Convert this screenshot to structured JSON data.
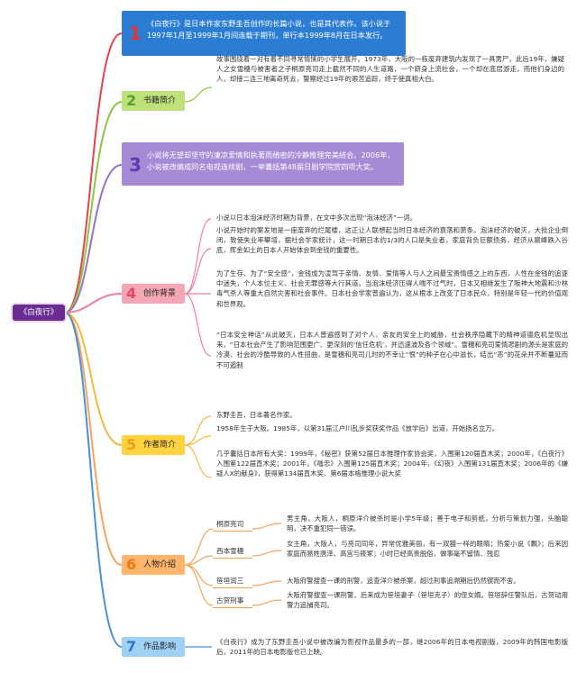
{
  "root": {
    "label": "《白夜行》"
  },
  "colors": {
    "line_red": "#e8414a",
    "line_green": "#8dc63f",
    "line_purple": "#9473c8",
    "line_pink": "#ef7fa0",
    "line_orange": "#f5b83d",
    "line_orange2": "#f7a35c",
    "line_blue": "#4a90d9",
    "n_red": "#e8312a",
    "n_green": "#5aa02c",
    "n_purple": "#7c5cc4",
    "n_pink": "#e8416a",
    "n_orange": "#ef9a1a",
    "n_blue": "#2a78c8",
    "box_blue": "#2b7cd3",
    "box_purple": "#a78ad6",
    "box_pink": "#f4a6b5",
    "box_yellow": "#ffd33d",
    "box_orange": "#ffb56b",
    "box_green": "#bfe17a",
    "box_lblue": "#9fd1f5"
  },
  "branches": [
    {
      "num": "1",
      "text": "《白夜行》是日本作家东野圭吾创作的长篇小说，也是其代表作。该小说于1997年1月至1999年1月间连载于期刊，单行本1999年8月在日本发行。"
    },
    {
      "num": "2",
      "label": "书籍简介",
      "text": "故事围绕着一对有着不同寻常情愫的小学生展开。1973年，大阪的一栋废弃建筑内发现了一具男尸，此后19年，嫌疑人之女雪穗与被害者之子桐原亮司走上截然不同的人生道路，一个跻身上流社会，一个却在底层游走，而他们身边的人，却接二连三地离奇死去，警察经过19年的艰苦追踪，终于使真相大白。"
    },
    {
      "num": "3",
      "text": "小说将无望却坚守的凄凉爱情和执著而缜密的冷静推理完美结合。2006年，小说被改编成同名电视连续剧，一举囊括第48届日剧学院赏四项大奖。"
    },
    {
      "num": "4",
      "label": "创作背景",
      "paras": [
        "小说以日本泡沫经济时期为背景，在文中多次出现“泡沫经济”一词。",
        "小说开始时的案发地是一座废弃的烂尾楼，这正让人联想起当时日本经济的衰落和萧条。泡沫经济的破灭，大批企业倒闭，致使失业率攀增，据社会学家统计，这一时期日本约1/3的人口是失业者，家庭背负巨额债务，经济从巅峰跌入谷底，挥金如土的日本人开始体会到金钱的重要性。",
        "为了生存、为了“安全感”，金钱成为凌驾于亲情、友情、爱情等人与人之间最宝贵情感之上的东西，人性在金钱的追逐中迷失，个人本位主义、社会无罪感等大行其道。当泡沫经济压得人喘不过气时，日本又相继发生了阪神大地震和沙林毒气杀人等重大自然灾害和社会事件。日本社会学家普遍认为，这从根本上改变了日本民众，特别是年轻一代的价值观和世界观。",
        "“日本安全神话”从此破灭，日本人普遍感到了对个人、亲友的安全上的威胁，社会秩序隐藏下的精神道德危机显现出来，“日本社会产生了影响范围更广、更深刻的‘信任危机’，并迅速波及各个领域”。雪穗和亮司爱情悲剧的源头是家庭的冷漠、社会的冷酷导致的人性扭曲，是雪穗和亮司儿时的不幸让“恨”的种子在心中滋长，结出“恶”的花朵并不断蔓延而不可遏制"
      ]
    },
    {
      "num": "5",
      "label": "作者简介",
      "paras": [
        "东野圭吾，日本著名作家。",
        "1958年生于大阪。1985年，以第31届江户川乱步奖获奖作品《放学后》出道，开始扬名立万。",
        "几乎囊括日本所有大奖：1999年，《秘密》获第52届日本推理作家协会奖，入围第120届直木奖；2000年，《白夜行》入围第122届直木奖；2001年，《嗤忠》入围第125届直木奖；2004年，《幻夜》入围第131届直木奖；2006年的《嫌疑人X的献身》，获得第134届直木奖、第6届本格推理小说大奖"
      ]
    },
    {
      "num": "6",
      "label": "人物介绍",
      "people": [
        {
          "name": "桐原亮司",
          "desc": "男主角，大阪人，桐原洋介被杀时是小学5年级；善于电子和剪纸，分析与策划力强，头脑聪明，决不重犯同一错误。"
        },
        {
          "name": "西本雪穗",
          "desc": "女主角，大阪人，与亮司同年，异常优雅美丽，有一双猫一样的眼睛；热爱小说《飘》；后来因家庭而易姓唐泽、高宫与筱冢；小时已经高贵脱俗，做事毫不留情、残忍"
        },
        {
          "name": "笹垣润三",
          "desc": "大阪府警搜查一课的刑警，追查洋介被杀案，超过刑事追溯期后仍然锲而不舍。"
        },
        {
          "name": "古贺刑事",
          "desc": "大阪府警搜查一课刑警，后来成为笹垣妻子（笹垣克子）的侄女婿。笹垣辞任警队后，古贺动用警力追捕亮司。"
        }
      ]
    },
    {
      "num": "7",
      "label": "作品影响",
      "text": "《白夜行》成为了东野圭吾小说中被改编为影视作品最多的一部，继2006年的日本电视剧版，2009年的韩国电影版后，2011年的日本电影版也已上映。"
    }
  ]
}
